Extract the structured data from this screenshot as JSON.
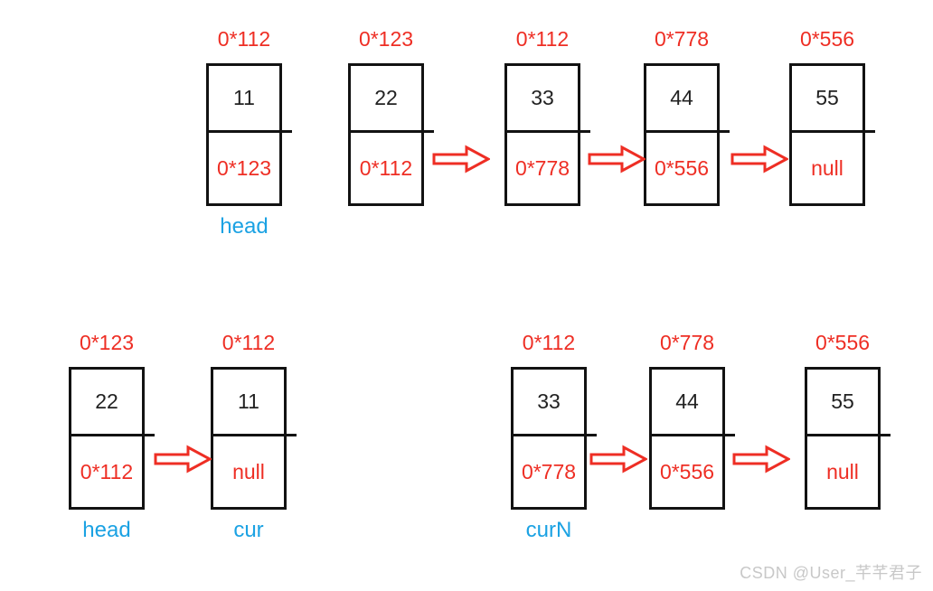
{
  "diagram_type": "singly-linked-list",
  "colors": {
    "address_red": "#ee2e24",
    "pointer_red": "#ee2e24",
    "arrow_red": "#ee2e24",
    "label_blue": "#1ba2e3",
    "value_black": "#222222",
    "box_border": "#121212",
    "watermark_gray": "#c8c8c8"
  },
  "groups": [
    {
      "name": "top-list",
      "nodes": [
        {
          "address": "0*112",
          "value": "11",
          "next": "0*123",
          "label": "head"
        },
        {
          "address": "0*123",
          "value": "22",
          "next": "0*112",
          "label": ""
        },
        {
          "address": "0*112",
          "value": "33",
          "next": "0*778",
          "label": ""
        },
        {
          "address": "0*778",
          "value": "44",
          "next": "0*556",
          "label": ""
        },
        {
          "address": "0*556",
          "value": "55",
          "next": "null",
          "label": ""
        }
      ]
    },
    {
      "name": "bottom-left-pair",
      "nodes": [
        {
          "address": "0*123",
          "value": "22",
          "next": "0*112",
          "label": "head"
        },
        {
          "address": "0*112",
          "value": "11",
          "next": "null",
          "label": "cur"
        }
      ]
    },
    {
      "name": "bottom-right-list",
      "nodes": [
        {
          "address": "0*112",
          "value": "33",
          "next": "0*778",
          "label": "curN"
        },
        {
          "address": "0*778",
          "value": "44",
          "next": "0*556",
          "label": ""
        },
        {
          "address": "0*556",
          "value": "55",
          "next": "null",
          "label": ""
        }
      ]
    }
  ],
  "watermark": {
    "text": "CSDN @User_芊芊君子"
  }
}
